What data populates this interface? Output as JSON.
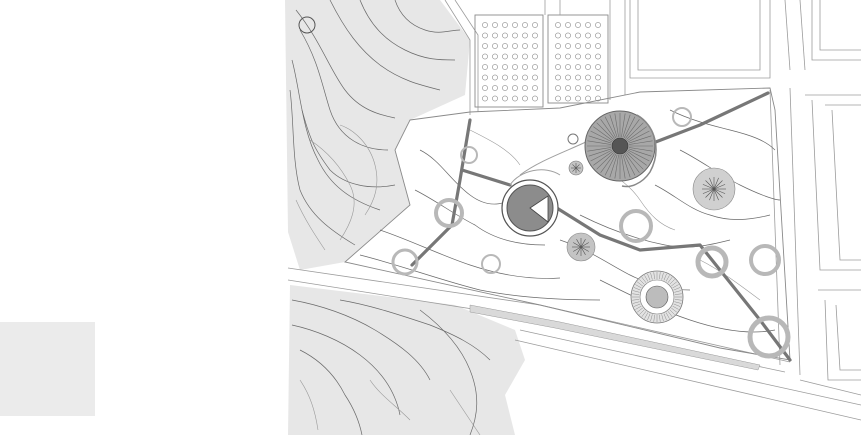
{
  "map": {
    "kind": "landscape site plan",
    "palette": {
      "background": "#ffffff",
      "terrain_shade": "#e7e7e7",
      "legend_panel": "#ebebeb",
      "contour": "#6a6a6a",
      "path": "#777777",
      "ring": "#b8b8b8",
      "pavilion": "#8c8c8c"
    },
    "features": [
      "north-circle-marker",
      "parking-lot-left",
      "parking-lot-right",
      "urban-blocks-east",
      "road-corridor-south",
      "central-pavilion",
      "large-domed-pavilion",
      "radial-garden",
      "ring-planters",
      "walking-paths"
    ]
  }
}
